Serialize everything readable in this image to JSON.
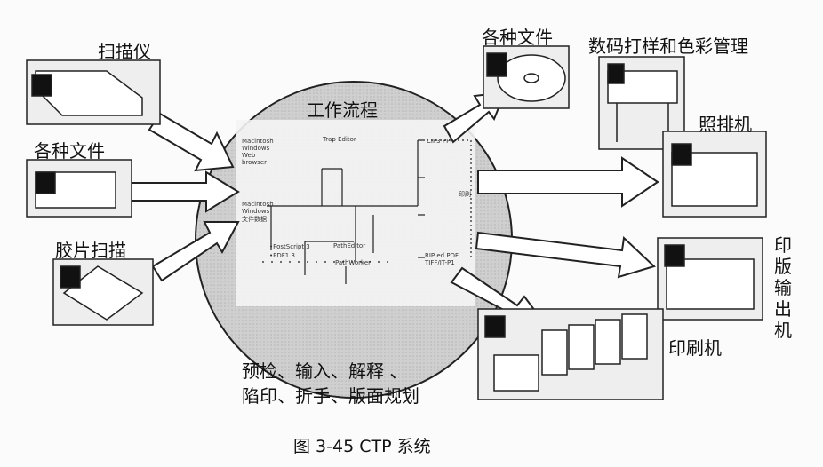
{
  "labels": {
    "scanner": "扫描仪",
    "files_left": "各种文件",
    "film_scan": "胶片扫描",
    "workflow_title": "工作流程",
    "files_right": "各种文件",
    "proofing": "数码打样和色彩管理",
    "imagesetter": "照排机",
    "plate_output": "印版输出机",
    "press": "印刷机",
    "process_line1": "预检、输入、解释 、",
    "process_line2": "陷印、折手、版面规划"
  },
  "workflow": {
    "web_client": "Macintosh Windows Web browser",
    "file_client": "Macintosh Windows 文件数据",
    "trap_editor": "Trap Editor",
    "postscript": "•PostScript 3",
    "pdf": "•PDF1.3",
    "path_editor": "PathEditor",
    "path_worker": "PathWorker",
    "cip3": "CIP3 PPF",
    "print": "印刷",
    "rip": "RIP ed PDF TIFF/IT-P1"
  },
  "caption": "图 3-45    CTP 系统"
}
